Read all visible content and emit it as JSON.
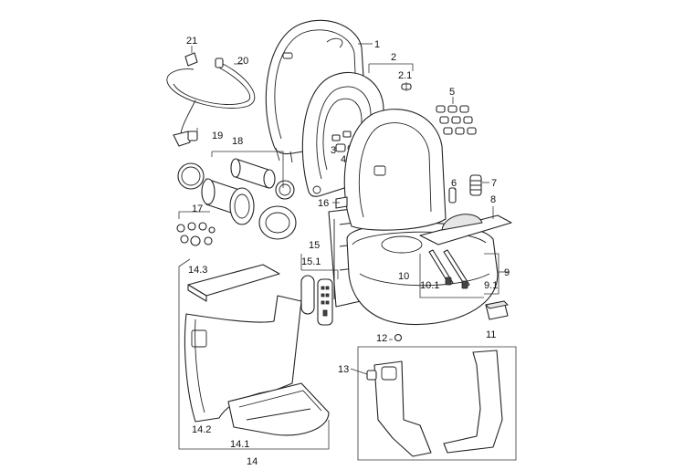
{
  "callouts": [
    {
      "id": "c1",
      "label": "1"
    },
    {
      "id": "c2",
      "label": "2"
    },
    {
      "id": "c2_1",
      "label": "2.1"
    },
    {
      "id": "c3",
      "label": "3"
    },
    {
      "id": "c4",
      "label": "4"
    },
    {
      "id": "c5",
      "label": "5"
    },
    {
      "id": "c6",
      "label": "6"
    },
    {
      "id": "c7",
      "label": "7"
    },
    {
      "id": "c8",
      "label": "8"
    },
    {
      "id": "c9",
      "label": "9"
    },
    {
      "id": "c9_1",
      "label": "9.1"
    },
    {
      "id": "c10",
      "label": "10"
    },
    {
      "id": "c10_1",
      "label": "10.1"
    },
    {
      "id": "c11",
      "label": "11"
    },
    {
      "id": "c12",
      "label": "12"
    },
    {
      "id": "c13",
      "label": "13"
    },
    {
      "id": "c14",
      "label": "14"
    },
    {
      "id": "c14_1",
      "label": "14.1"
    },
    {
      "id": "c14_2",
      "label": "14.2"
    },
    {
      "id": "c14_3",
      "label": "14.3"
    },
    {
      "id": "c15",
      "label": "15"
    },
    {
      "id": "c15_1",
      "label": "15.1"
    },
    {
      "id": "c16",
      "label": "16"
    },
    {
      "id": "c17",
      "label": "17"
    },
    {
      "id": "c18",
      "label": "18"
    },
    {
      "id": "c19",
      "label": "19"
    },
    {
      "id": "c20",
      "label": "20"
    },
    {
      "id": "c21",
      "label": "21"
    }
  ],
  "colors": {
    "line": "#222222",
    "background": "#ffffff",
    "shade": "#e6e6e6"
  }
}
